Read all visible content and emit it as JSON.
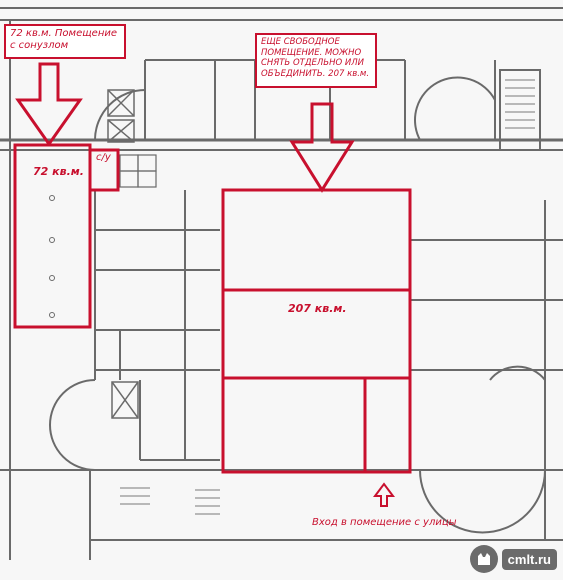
{
  "annotations": {
    "top_left_note": "72 кв.м. Помещение с сонузлом",
    "top_right_note_line1": "ЕЩЕ СВОБОДНОЕ",
    "top_right_note_line2": "ПОМЕЩЕНИЕ. МОЖНО",
    "top_right_note_line3": "СНЯТЬ ОТДЕЛЬНО ИЛИ",
    "top_right_note_line4_prefix": "ОБЪЕДИНИТЬ. ",
    "top_right_note_line4_area": "207 кв.м.",
    "room_72_label": "72 кв.м.",
    "toilet_label": "с/у",
    "room_207_label": "207 кв.м.",
    "entrance_label": "Вход в помещение с улицы"
  },
  "watermark": {
    "text": "cmlt.ru"
  },
  "colors": {
    "highlight": "#c8102e",
    "plan_lines": "#6a6a6a"
  }
}
